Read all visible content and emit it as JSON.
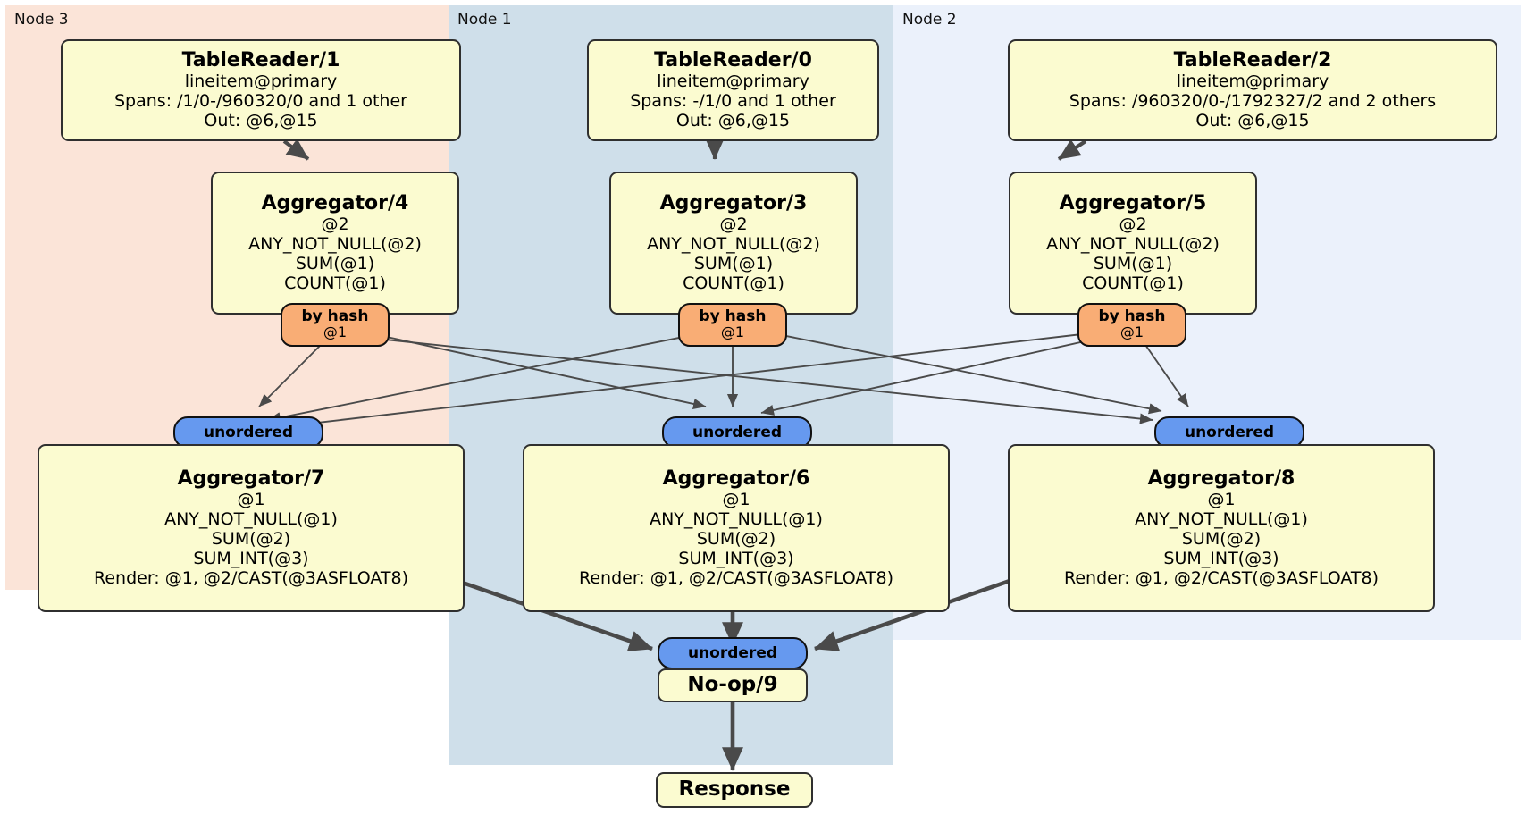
{
  "diagram": {
    "type": "distributed-query-plan",
    "colors": {
      "node3_panel": "#fbe4d8",
      "node1_panel": "#cfdfea",
      "node2_panel": "#ebf1fb",
      "processor_box": "#fbfbd0",
      "box_border": "#2f2f2f",
      "hash_router": "#f9ad75",
      "unordered_synchronizer": "#6699ef",
      "edge": "#4a4a4a"
    }
  },
  "panels": [
    {
      "id": "node3",
      "label": "Node 3"
    },
    {
      "id": "node1",
      "label": "Node 1"
    },
    {
      "id": "node2",
      "label": "Node 2"
    }
  ],
  "boxes": {
    "tablereader1": {
      "title": "TableReader/1",
      "lines": [
        "lineitem@primary",
        "Spans: /1/0-/960320/0 and 1 other",
        "Out: @6,@15"
      ]
    },
    "tablereader0": {
      "title": "TableReader/0",
      "lines": [
        "lineitem@primary",
        "Spans: -/1/0 and 1 other",
        "Out: @6,@15"
      ]
    },
    "tablereader2": {
      "title": "TableReader/2",
      "lines": [
        "lineitem@primary",
        "Spans: /960320/0-/1792327/2 and 2 others",
        "Out: @6,@15"
      ]
    },
    "aggregator4": {
      "title": "Aggregator/4",
      "lines": [
        "@2",
        "ANY_NOT_NULL(@2)",
        "SUM(@1)",
        "COUNT(@1)"
      ]
    },
    "aggregator3": {
      "title": "Aggregator/3",
      "lines": [
        "@2",
        "ANY_NOT_NULL(@2)",
        "SUM(@1)",
        "COUNT(@1)"
      ]
    },
    "aggregator5": {
      "title": "Aggregator/5",
      "lines": [
        "@2",
        "ANY_NOT_NULL(@2)",
        "SUM(@1)",
        "COUNT(@1)"
      ]
    },
    "aggregator7": {
      "title": "Aggregator/7",
      "lines": [
        "@1",
        "ANY_NOT_NULL(@1)",
        "SUM(@2)",
        "SUM_INT(@3)",
        "Render: @1, @2/CAST(@3ASFLOAT8)"
      ]
    },
    "aggregator6": {
      "title": "Aggregator/6",
      "lines": [
        "@1",
        "ANY_NOT_NULL(@1)",
        "SUM(@2)",
        "SUM_INT(@3)",
        "Render: @1, @2/CAST(@3ASFLOAT8)"
      ]
    },
    "aggregator8": {
      "title": "Aggregator/8",
      "lines": [
        "@1",
        "ANY_NOT_NULL(@1)",
        "SUM(@2)",
        "SUM_INT(@3)",
        "Render: @1, @2/CAST(@3ASFLOAT8)"
      ]
    },
    "noop9": {
      "title": "No-op/9",
      "lines": []
    },
    "response": {
      "title": "Response",
      "lines": []
    }
  },
  "routers": {
    "hash_left": {
      "label": "by hash",
      "column": "@1"
    },
    "hash_mid": {
      "label": "by hash",
      "column": "@1"
    },
    "hash_right": {
      "label": "by hash",
      "column": "@1"
    }
  },
  "synchronizers": {
    "sync_left": {
      "label": "unordered"
    },
    "sync_mid": {
      "label": "unordered"
    },
    "sync_right": {
      "label": "unordered"
    },
    "sync_final": {
      "label": "unordered"
    }
  }
}
